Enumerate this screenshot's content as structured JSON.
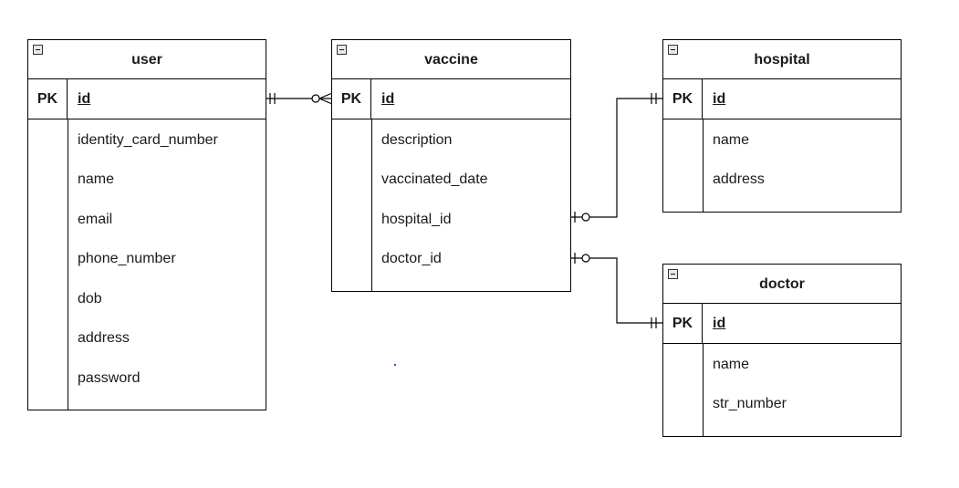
{
  "diagram": {
    "entities": [
      {
        "key": "user",
        "title": "user",
        "pk_label": "PK",
        "pk_field": "id",
        "attributes": [
          "identity_card_number",
          "name",
          "email",
          "phone_number",
          "dob",
          "address",
          "password"
        ]
      },
      {
        "key": "vaccine",
        "title": "vaccine",
        "pk_label": "PK",
        "pk_field": "id",
        "attributes": [
          "description",
          "vaccinated_date",
          "hospital_id",
          "doctor_id"
        ]
      },
      {
        "key": "hospital",
        "title": "hospital",
        "pk_label": "PK",
        "pk_field": "id",
        "attributes": [
          "name",
          "address"
        ]
      },
      {
        "key": "doctor",
        "title": "doctor",
        "pk_label": "PK",
        "pk_field": "id",
        "attributes": [
          "name",
          "str_number"
        ]
      }
    ],
    "relationships": [
      {
        "from": "user.id",
        "from_cardinality": "exactly-one",
        "to": "vaccine.id",
        "to_cardinality": "zero-or-many"
      },
      {
        "from": "vaccine.hospital_id",
        "from_cardinality": "zero-or-one",
        "to": "hospital.id",
        "to_cardinality": "exactly-one"
      },
      {
        "from": "vaccine.doctor_id",
        "from_cardinality": "zero-or-one",
        "to": "doctor.id",
        "to_cardinality": "exactly-one"
      }
    ],
    "colors": {
      "stroke": "#000000",
      "background": "#ffffff",
      "text": "#1a1a1a"
    }
  }
}
